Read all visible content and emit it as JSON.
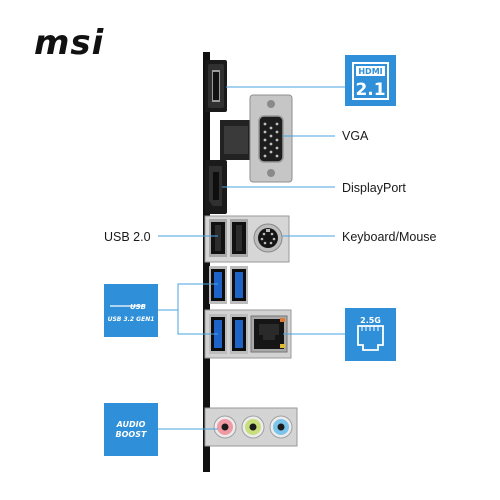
{
  "brand": {
    "logo_text": "msi"
  },
  "labels": {
    "vga": "VGA",
    "displayport": "DisplayPort",
    "keyboard_mouse": "Keyboard/Mouse",
    "usb2": "USB 2.0"
  },
  "badges": {
    "hdmi": {
      "top": "HDMI",
      "version": "2.1"
    },
    "usb": {
      "line1": "USB",
      "line2": "USB 3.2 GEN1"
    },
    "lan": {
      "speed": "2.5G"
    },
    "audio": {
      "line1": "AUDIO",
      "line2": "BOOST"
    }
  },
  "colors": {
    "badge_blue": "#2f8fd8",
    "leader_line": "#4aa3e0",
    "usb3_blue": "#1e63c8",
    "bracket": "#111111",
    "metal": "#c8c8c8",
    "audio_pink": "#f09aa5",
    "audio_lime": "#c8de7a",
    "audio_blue": "#7cc4ea"
  },
  "icons": [
    "hdmi-port-icon",
    "vga-port-icon",
    "displayport-port-icon",
    "ps2-port-icon",
    "usb2-port-icon",
    "usb3-port-icon",
    "rj45-lan-port-icon",
    "audio-jack-icon"
  ]
}
